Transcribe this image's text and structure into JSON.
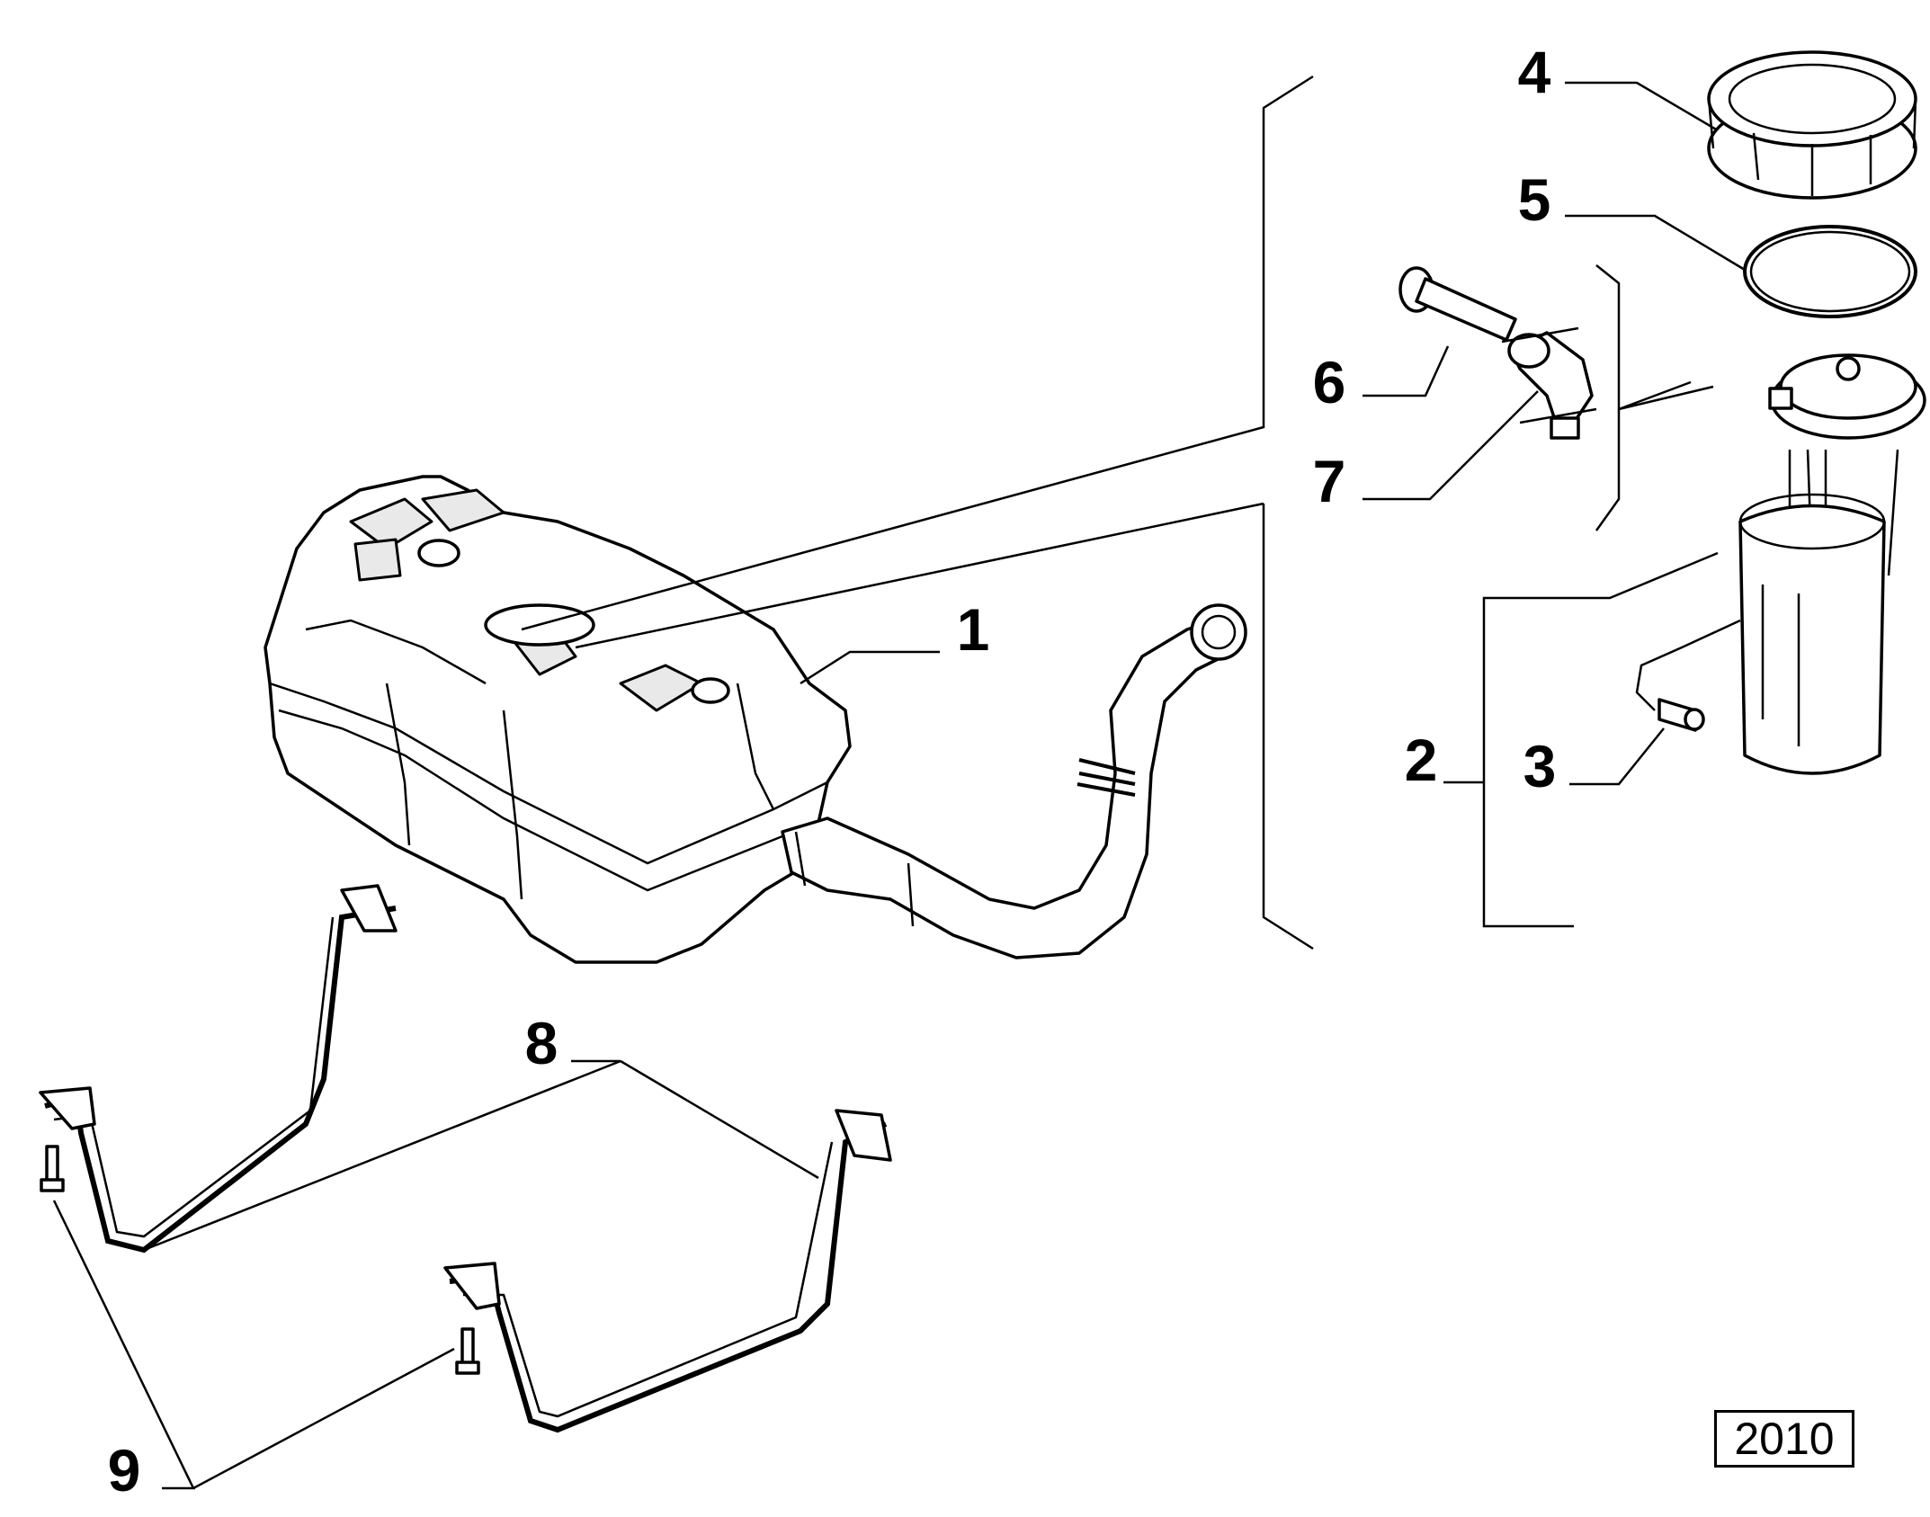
{
  "diagram": {
    "callouts": [
      "1",
      "2",
      "3",
      "4",
      "5",
      "6",
      "7",
      "8",
      "9"
    ],
    "reference_code": "2010"
  }
}
